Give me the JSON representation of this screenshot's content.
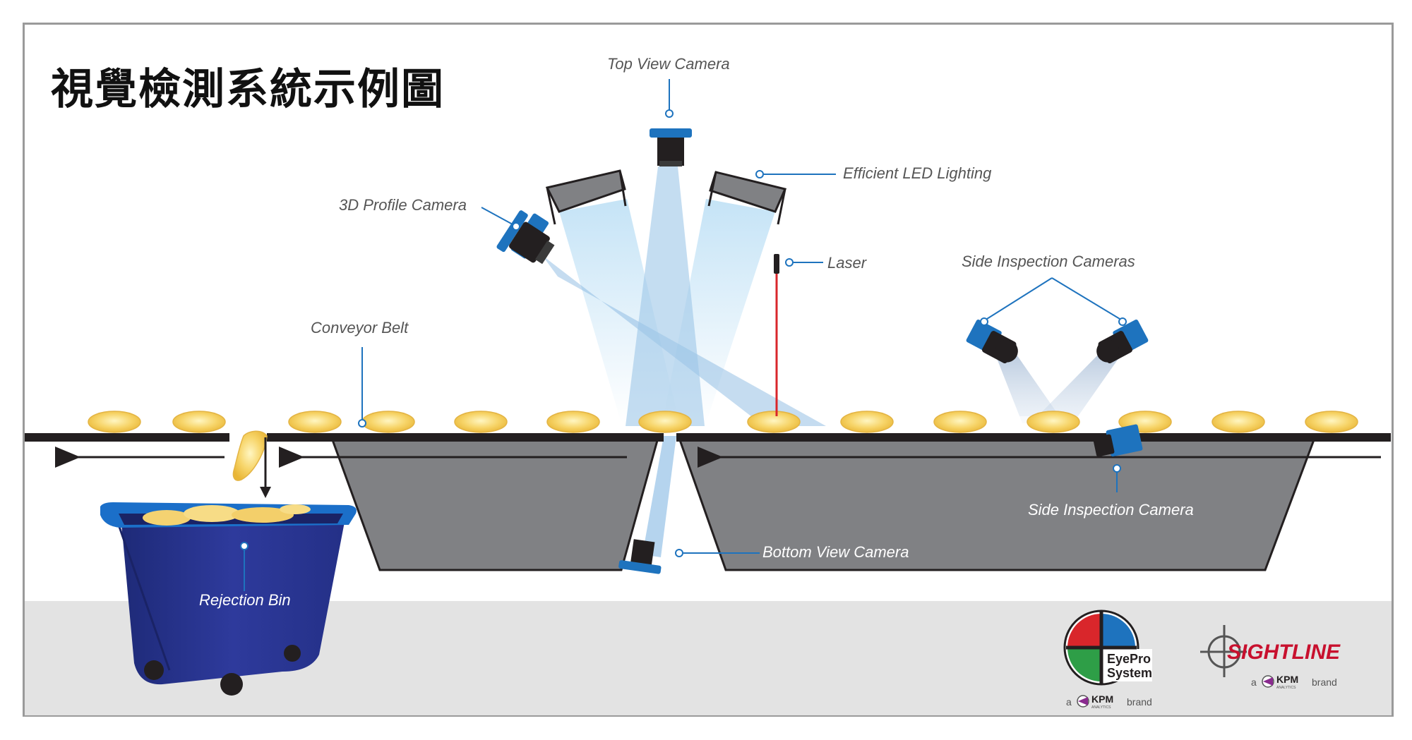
{
  "title": "視覺檢測系統示例圖",
  "labels": {
    "top_view_camera": "Top View Camera",
    "led_lighting": "Efficient LED Lighting",
    "profile_camera": "3D Profile Camera",
    "laser": "Laser",
    "side_cameras": "Side Inspection Cameras",
    "conveyor_belt": "Conveyor Belt",
    "side_camera": "Side Inspection Camera",
    "bottom_camera": "Bottom View Camera",
    "rejection_bin": "Rejection Bin"
  },
  "logos": {
    "eyepro_line1": "EyePro",
    "eyepro_line2": "System",
    "sightline": "SIGHTLINE",
    "brand_prefix": "a",
    "kpm": "KPM",
    "kpm_sub": "ANALYTICS",
    "brand_suffix": "brand"
  },
  "colors": {
    "accent_blue": "#1e73be",
    "belt": "#231f20",
    "hopper": "#808184",
    "bin": "#2a3590",
    "laser": "#d9262b",
    "sightline_red": "#c8102e",
    "floor": "#e3e3e3"
  },
  "icons": [
    "camera-icon",
    "led-light-icon",
    "laser-icon",
    "eyepro-logo-icon",
    "sightline-crosshair-icon",
    "kpm-logo-icon"
  ]
}
